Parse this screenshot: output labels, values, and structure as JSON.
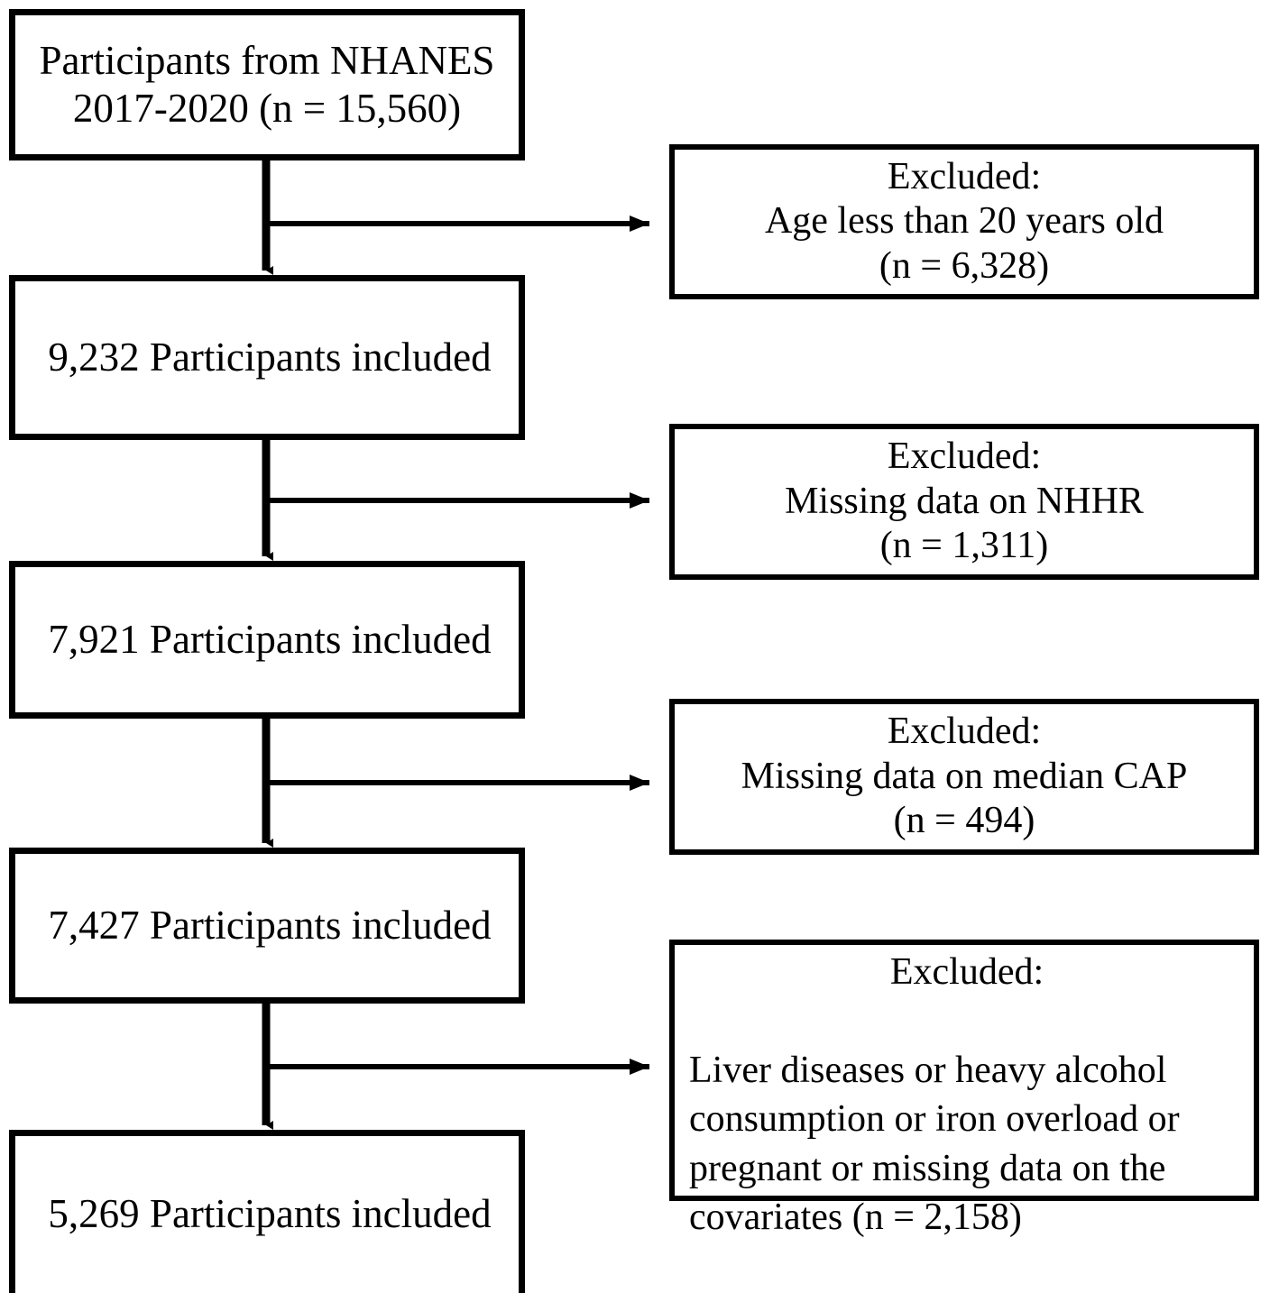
{
  "diagram": {
    "title": "Participant selection flow chart",
    "stroke_color": "#000000",
    "background_color": "#ffffff",
    "included_boxes": [
      {
        "id": "box-source",
        "text": "Participants from NHANES\n2017-2020 (n = 15,560)"
      },
      {
        "id": "box-stage-1",
        "text": "9,232 Participants included"
      },
      {
        "id": "box-stage-2",
        "text": "7,921 Participants included"
      },
      {
        "id": "box-stage-3",
        "text": "7,427 Participants included"
      },
      {
        "id": "box-stage-4",
        "text": "5,269 Participants included"
      }
    ],
    "excluded_boxes": [
      {
        "id": "excl-age",
        "heading": "Excluded:",
        "text": "Excluded:\nAge less than 20 years old\n(n = 6,328)",
        "reason": "Age less than 20 years old",
        "count": "(n = 6,328)"
      },
      {
        "id": "excl-nhhr",
        "heading": "Excluded:",
        "text": "Excluded:\nMissing data on NHHR\n(n = 1,311)",
        "reason": "Missing data on NHHR",
        "count": "(n = 1,311)"
      },
      {
        "id": "excl-median-cap",
        "heading": "Excluded:",
        "text": "Excluded:\nMissing data on median CAP\n(n = 494)",
        "reason": "Missing data on median CAP",
        "count": "(n = 494)"
      },
      {
        "id": "excl-other",
        "heading": "Excluded:",
        "body": "Liver diseases or heavy alcohol consumption or iron overload or pregnant or missing data on the covariates  (n = 2,158)",
        "reason": "Liver diseases or heavy alcohol consumption or iron overload or pregnant or missing data on the covariates",
        "count": "(n = 2,158)"
      }
    ]
  }
}
